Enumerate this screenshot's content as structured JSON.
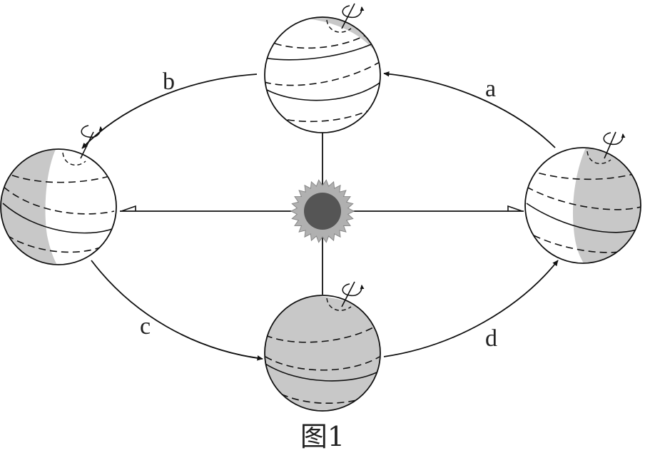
{
  "figure": {
    "caption": "图1",
    "arc_labels": {
      "a": "a",
      "b": "b",
      "c": "c",
      "d": "d"
    }
  },
  "colors": {
    "line": "#111111",
    "shadow": "#c8c8c8",
    "sun_core": "#555555",
    "sun_corona": "#b0b0b0"
  },
  "icons": [
    "sun-icon",
    "rotation-arrow-icon",
    "right-angle-marker-icon"
  ]
}
